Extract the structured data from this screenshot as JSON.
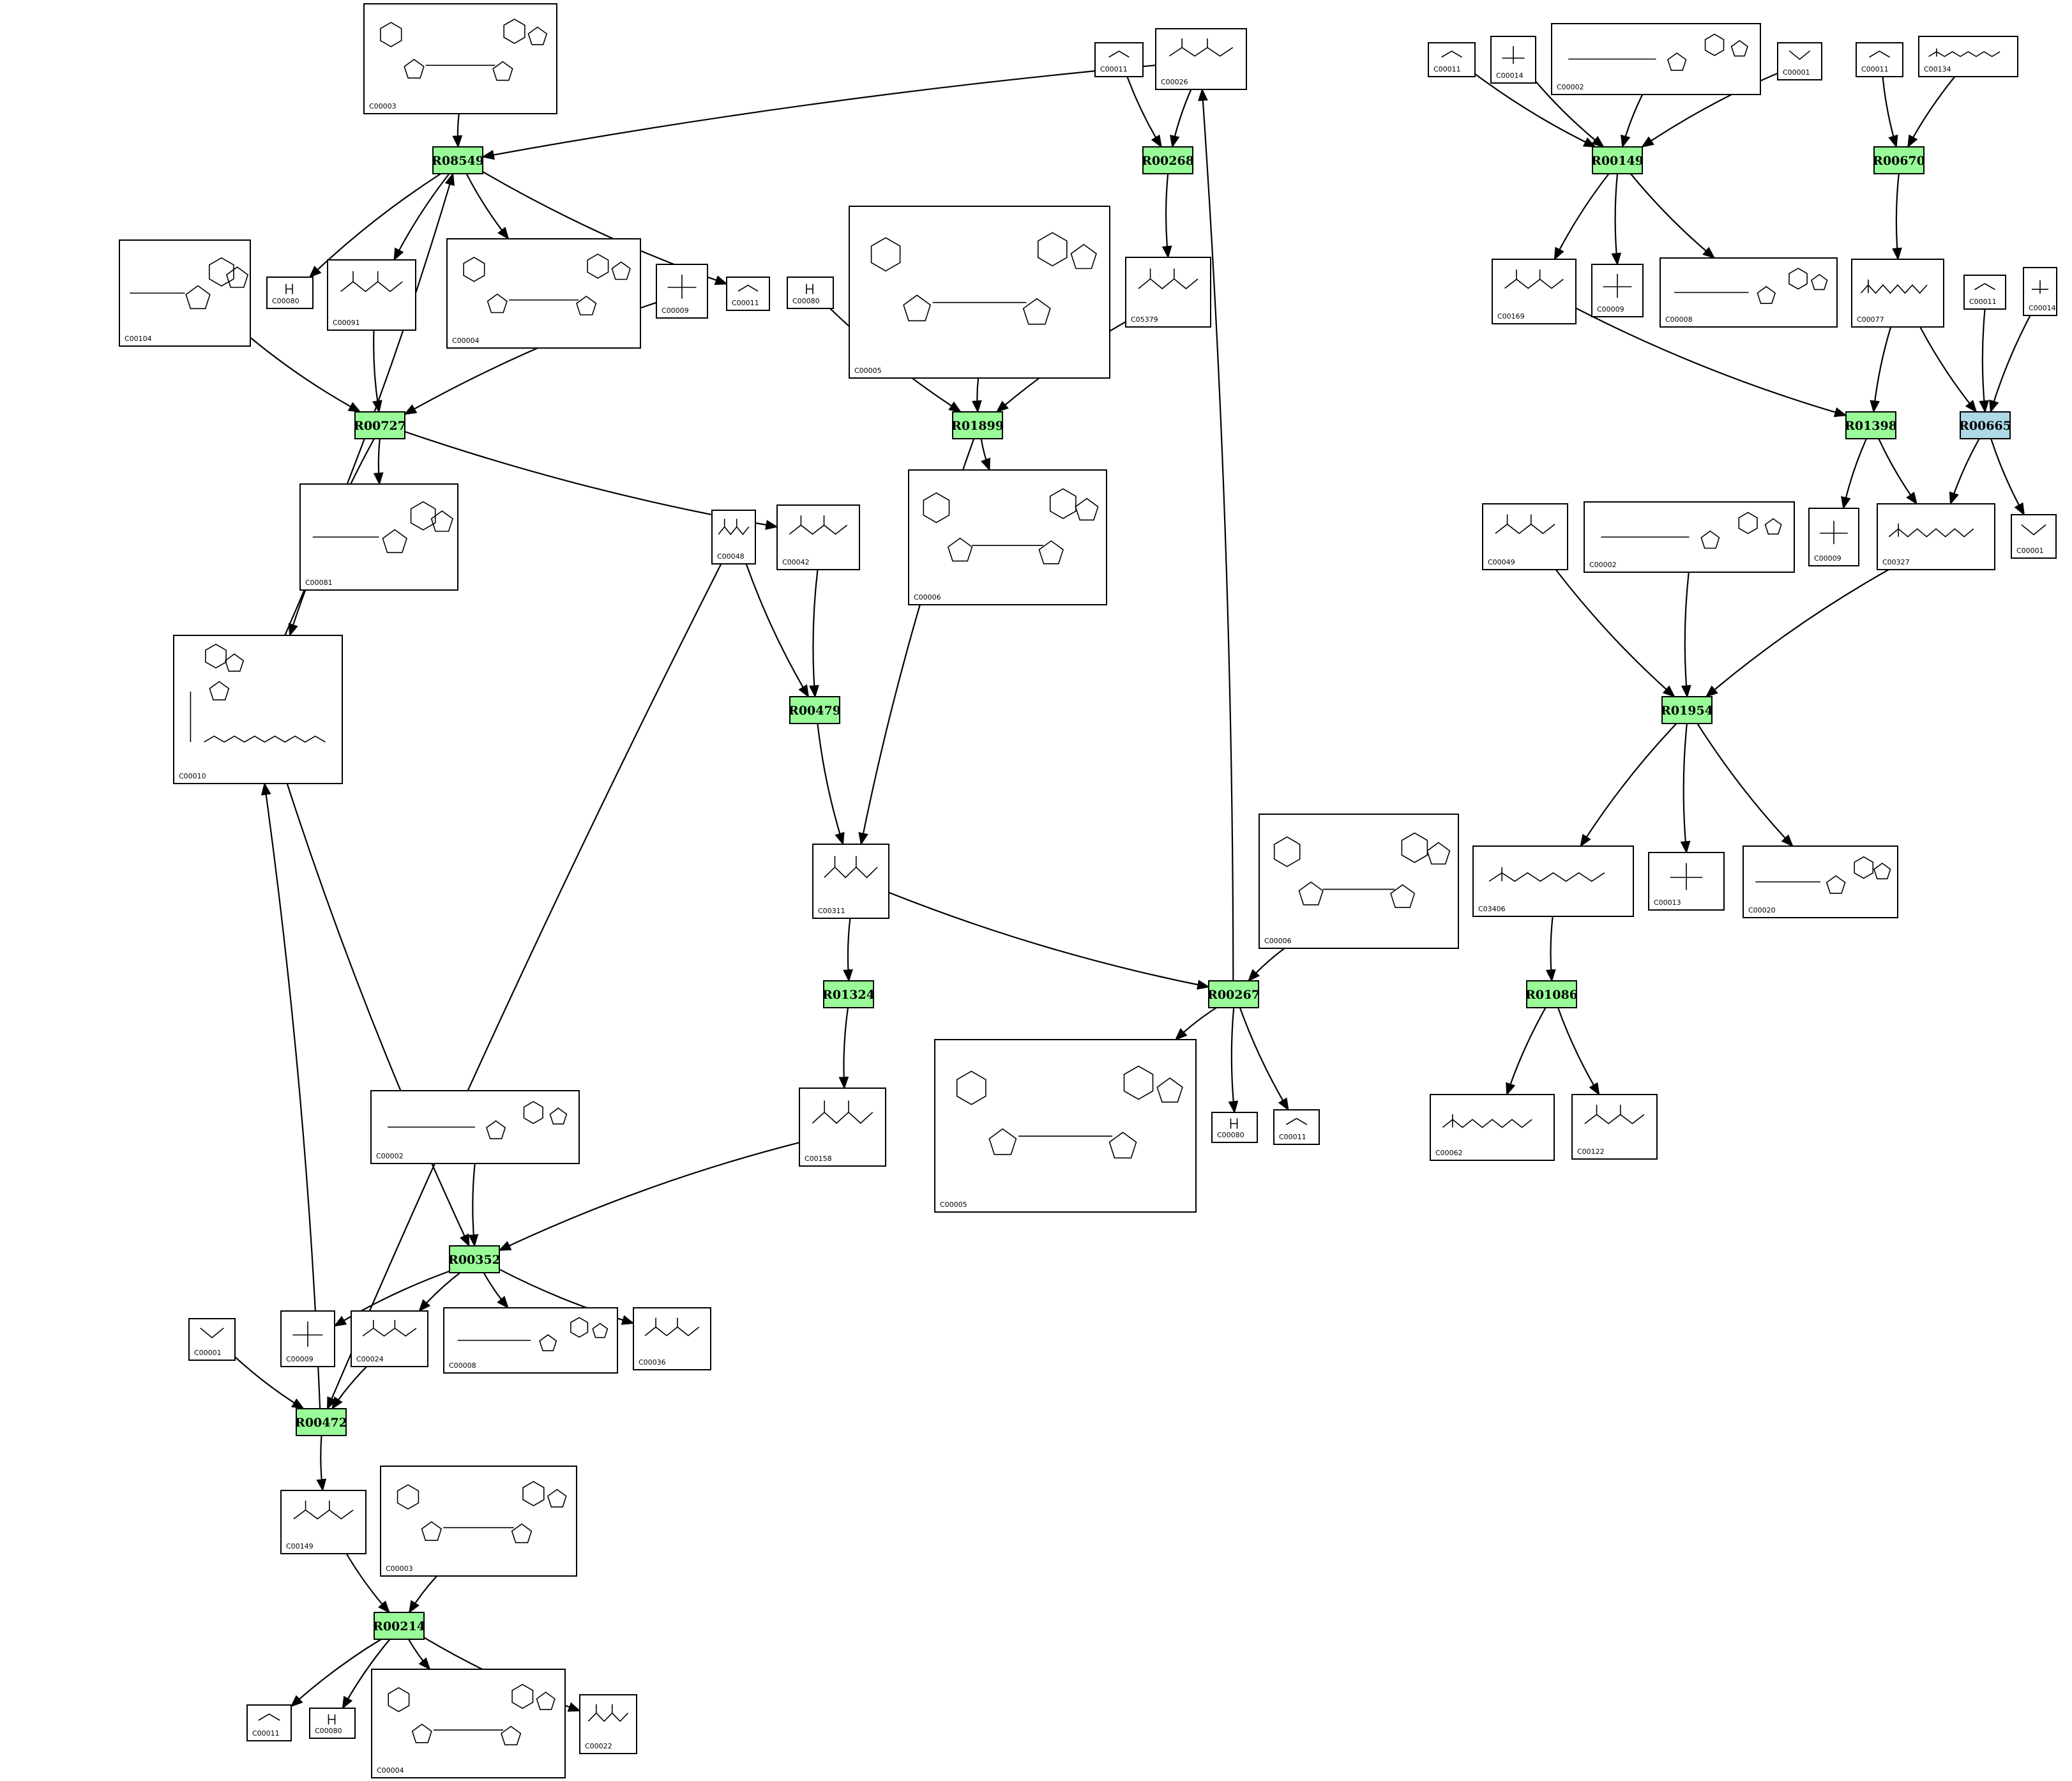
{
  "colors": {
    "reaction": "#98fb98",
    "reaction_highlight": "#add8e6",
    "edge": "#000000"
  },
  "reactions": [
    {
      "id": "R08549",
      "highlight": false
    },
    {
      "id": "R00268",
      "highlight": false
    },
    {
      "id": "R00149",
      "highlight": false
    },
    {
      "id": "R00670",
      "highlight": false
    },
    {
      "id": "R00727",
      "highlight": false
    },
    {
      "id": "R01899",
      "highlight": false
    },
    {
      "id": "R01398",
      "highlight": false
    },
    {
      "id": "R00665",
      "highlight": true
    },
    {
      "id": "R00479",
      "highlight": false
    },
    {
      "id": "R01954",
      "highlight": false
    },
    {
      "id": "R01324",
      "highlight": false
    },
    {
      "id": "R00267",
      "highlight": false
    },
    {
      "id": "R01086",
      "highlight": false
    },
    {
      "id": "R00352",
      "highlight": false
    },
    {
      "id": "R00472",
      "highlight": false
    },
    {
      "id": "R00214",
      "highlight": false
    }
  ],
  "compounds": [
    {
      "key": "c00003_top",
      "id": "C00003",
      "kind": "dinuc"
    },
    {
      "key": "c00011_a",
      "id": "C00011",
      "kind": "co2"
    },
    {
      "key": "c00026",
      "id": "C00026",
      "kind": "small"
    },
    {
      "key": "c00011_b",
      "id": "C00011",
      "kind": "co2"
    },
    {
      "key": "c00014_a",
      "id": "C00014",
      "kind": "nh3"
    },
    {
      "key": "c00002_a",
      "id": "C00002",
      "kind": "nucleotide"
    },
    {
      "key": "c00001_a",
      "id": "C00001",
      "kind": "water"
    },
    {
      "key": "c00011_c",
      "id": "C00011",
      "kind": "co2"
    },
    {
      "key": "c00134",
      "id": "C00134",
      "kind": "chain"
    },
    {
      "key": "c00104",
      "id": "C00104",
      "kind": "nucleotide"
    },
    {
      "key": "c00080_a",
      "id": "C00080",
      "kind": "proton"
    },
    {
      "key": "c00091",
      "id": "C00091",
      "kind": "small"
    },
    {
      "key": "c00004_a",
      "id": "C00004",
      "kind": "dinuc"
    },
    {
      "key": "c00009_a",
      "id": "C00009",
      "kind": "phosphate"
    },
    {
      "key": "c00011_d",
      "id": "C00011",
      "kind": "co2"
    },
    {
      "key": "c00080_b",
      "id": "C00080",
      "kind": "proton"
    },
    {
      "key": "c00005_a",
      "id": "C00005",
      "kind": "dinuc"
    },
    {
      "key": "c05379",
      "id": "C05379",
      "kind": "small"
    },
    {
      "key": "c00169",
      "id": "C00169",
      "kind": "small"
    },
    {
      "key": "c00009_b",
      "id": "C00009",
      "kind": "phosphate"
    },
    {
      "key": "c00008",
      "id": "C00008",
      "kind": "nucleotide"
    },
    {
      "key": "c00077",
      "id": "C00077",
      "kind": "chain"
    },
    {
      "key": "c00011_e",
      "id": "C00011",
      "kind": "co2"
    },
    {
      "key": "c00014_b",
      "id": "C00014",
      "kind": "nh3"
    },
    {
      "key": "c00081",
      "id": "C00081",
      "kind": "nucleotide"
    },
    {
      "key": "c00006_a",
      "id": "C00006",
      "kind": "dinuc"
    },
    {
      "key": "c00010",
      "id": "C00010",
      "kind": "coa"
    },
    {
      "key": "c00048",
      "id": "C00048",
      "kind": "small"
    },
    {
      "key": "c00042",
      "id": "C00042",
      "kind": "small"
    },
    {
      "key": "c00049",
      "id": "C00049",
      "kind": "small"
    },
    {
      "key": "c00002_b",
      "id": "C00002",
      "kind": "nucleotide"
    },
    {
      "key": "c00009_c",
      "id": "C00009",
      "kind": "phosphate"
    },
    {
      "key": "c00327",
      "id": "C00327",
      "kind": "chain"
    },
    {
      "key": "c00001_b",
      "id": "C00001",
      "kind": "water"
    },
    {
      "key": "c00311",
      "id": "C00311",
      "kind": "small"
    },
    {
      "key": "c00006_b",
      "id": "C00006",
      "kind": "dinuc"
    },
    {
      "key": "c03406",
      "id": "C03406",
      "kind": "chain"
    },
    {
      "key": "c00013",
      "id": "C00013",
      "kind": "phosphate"
    },
    {
      "key": "c00020",
      "id": "C00020",
      "kind": "nucleotide"
    },
    {
      "key": "c00005_b",
      "id": "C00005",
      "kind": "dinuc"
    },
    {
      "key": "c00080_c",
      "id": "C00080",
      "kind": "proton"
    },
    {
      "key": "c00011_f",
      "id": "C00011",
      "kind": "co2"
    },
    {
      "key": "c00158",
      "id": "C00158",
      "kind": "small"
    },
    {
      "key": "c00062",
      "id": "C00062",
      "kind": "chain"
    },
    {
      "key": "c00122",
      "id": "C00122",
      "kind": "small"
    },
    {
      "key": "c00002_c",
      "id": "C00002",
      "kind": "nucleotide"
    },
    {
      "key": "c00001_c",
      "id": "C00001",
      "kind": "water"
    },
    {
      "key": "c00009_d",
      "id": "C00009",
      "kind": "phosphate"
    },
    {
      "key": "c00024",
      "id": "C00024",
      "kind": "small"
    },
    {
      "key": "c00008_b",
      "id": "C00008",
      "kind": "nucleotide"
    },
    {
      "key": "c00036",
      "id": "C00036",
      "kind": "small"
    },
    {
      "key": "c00149",
      "id": "C00149",
      "kind": "small"
    },
    {
      "key": "c00003_b",
      "id": "C00003",
      "kind": "dinuc"
    },
    {
      "key": "c00011_g",
      "id": "C00011",
      "kind": "co2"
    },
    {
      "key": "c00080_d",
      "id": "C00080",
      "kind": "proton"
    },
    {
      "key": "c00004_b",
      "id": "C00004",
      "kind": "dinuc"
    },
    {
      "key": "c00022",
      "id": "C00022",
      "kind": "small"
    }
  ],
  "edges": [
    [
      "c00003_top",
      "R08549"
    ],
    [
      "c00026",
      "R08549"
    ],
    [
      "R08549",
      "c00080_a"
    ],
    [
      "R08549",
      "c00091"
    ],
    [
      "R08549",
      "c00004_a"
    ],
    [
      "R08549",
      "c00011_d"
    ],
    [
      "c00010",
      "R08549"
    ],
    [
      "c00011_a",
      "R00268"
    ],
    [
      "c00026",
      "R00268"
    ],
    [
      "R00268",
      "c05379"
    ],
    [
      "c00011_b",
      "R00149"
    ],
    [
      "c00014_a",
      "R00149"
    ],
    [
      "c00002_a",
      "R00149"
    ],
    [
      "c00001_a",
      "R00149"
    ],
    [
      "R00149",
      "c00169"
    ],
    [
      "R00149",
      "c00009_b"
    ],
    [
      "R00149",
      "c00008"
    ],
    [
      "c00011_c",
      "R00670"
    ],
    [
      "c00134",
      "R00670"
    ],
    [
      "R00670",
      "c00077"
    ],
    [
      "c00104",
      "R00727"
    ],
    [
      "c00091",
      "R00727"
    ],
    [
      "c00009_a",
      "R00727"
    ],
    [
      "R00727",
      "c00081"
    ],
    [
      "R00727",
      "c00010"
    ],
    [
      "R00727",
      "c00042"
    ],
    [
      "c00080_b",
      "R01899"
    ],
    [
      "c00005_a",
      "R01899"
    ],
    [
      "c05379",
      "R01899"
    ],
    [
      "R01899",
      "c00006_a"
    ],
    [
      "R01899",
      "c00311"
    ],
    [
      "c00169",
      "R01398"
    ],
    [
      "c00077",
      "R01398"
    ],
    [
      "R01398",
      "c00009_c"
    ],
    [
      "R01398",
      "c00327"
    ],
    [
      "c00077",
      "R00665"
    ],
    [
      "c00011_e",
      "R00665"
    ],
    [
      "c00014_b",
      "R00665"
    ],
    [
      "R00665",
      "c00327"
    ],
    [
      "R00665",
      "c00001_b"
    ],
    [
      "c00048",
      "R00479"
    ],
    [
      "c00042",
      "R00479"
    ],
    [
      "R00479",
      "c00311"
    ],
    [
      "c00049",
      "R01954"
    ],
    [
      "c00002_b",
      "R01954"
    ],
    [
      "c00327",
      "R01954"
    ],
    [
      "R01954",
      "c03406"
    ],
    [
      "R01954",
      "c00013"
    ],
    [
      "R01954",
      "c00020"
    ],
    [
      "c00311",
      "R01324"
    ],
    [
      "R01324",
      "c00158"
    ],
    [
      "c00311",
      "R00267"
    ],
    [
      "c00006_b",
      "R00267"
    ],
    [
      "R00267",
      "c00005_b"
    ],
    [
      "R00267",
      "c00080_c"
    ],
    [
      "R00267",
      "c00011_f"
    ],
    [
      "R00267",
      "c00026"
    ],
    [
      "c03406",
      "R01086"
    ],
    [
      "R01086",
      "c00062"
    ],
    [
      "R01086",
      "c00122"
    ],
    [
      "c00002_c",
      "R00352"
    ],
    [
      "c00158",
      "R00352"
    ],
    [
      "c00010",
      "R00352"
    ],
    [
      "R00352",
      "c00009_d"
    ],
    [
      "R00352",
      "c00024"
    ],
    [
      "R00352",
      "c00008_b"
    ],
    [
      "R00352",
      "c00036"
    ],
    [
      "c00001_c",
      "R00472"
    ],
    [
      "c00024",
      "R00472"
    ],
    [
      "c00048",
      "R00472"
    ],
    [
      "R00472",
      "c00010"
    ],
    [
      "R00472",
      "c00149"
    ],
    [
      "c00149",
      "R00214"
    ],
    [
      "c00003_b",
      "R00214"
    ],
    [
      "R00214",
      "c00011_g"
    ],
    [
      "R00214",
      "c00080_d"
    ],
    [
      "R00214",
      "c00004_b"
    ],
    [
      "R00214",
      "c00022"
    ]
  ]
}
